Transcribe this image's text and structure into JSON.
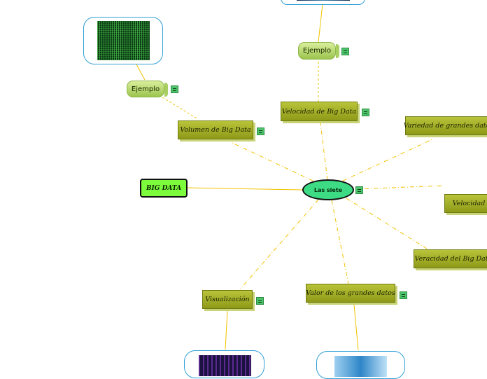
{
  "center": {
    "label": "Las siete"
  },
  "side_node": {
    "label": "BIG DATA"
  },
  "topics": {
    "volumen": "Volumen de Big Data",
    "velocidad_big": "Velocidad de Big Data",
    "variedad": "Variedad de grandes datos",
    "velocidad": "Velocidad",
    "veracidad": "Veracidad del Big Data",
    "valor": "Valor de los grandes datos",
    "visualizacion": "Visualización"
  },
  "examples": {
    "ejemplo_volumen": "Ejemplo",
    "ejemplo_velocidad": "Ejemplo"
  },
  "colors": {
    "center_fill": "#3ddc84",
    "big_data_fill": "#7cfc3c",
    "topic_fill": "#9aa61f",
    "connector": "#f2c200",
    "image_border": "#2e9fd6"
  }
}
